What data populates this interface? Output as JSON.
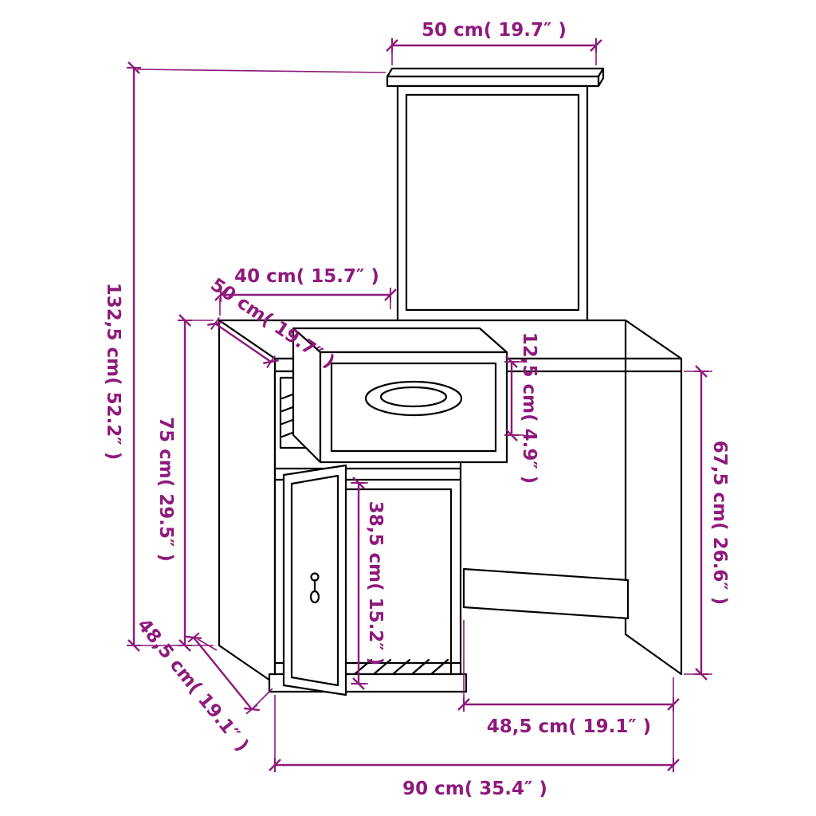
{
  "page": {
    "background": "#ffffff",
    "accent_color": "#8E1A7C",
    "line_color": "#000000"
  },
  "diagram": {
    "kind": "furniture-dimension-drawing",
    "subject": "dressing table with mirror, drawer and cabinet door",
    "dims": {
      "mirror_width": "50 cm( 19.7″ )",
      "total_height": "132,5 cm( 52.2″ )",
      "top_left_width": "40 cm( 15.7″ )",
      "top_depth": "50 cm( 19.7″ )",
      "cabinet_height": "75 cm( 29.5″ )",
      "drawer_height": "12,5 cm( 4.9″ )",
      "knee_clearance_height": "67,5 cm( 26.6″ )",
      "door_opening_height": "38,5 cm( 15.2″ )",
      "base_depth": "48,5 cm( 19.1″ )",
      "desk_section_width": "48,5 cm( 19.1″ )",
      "total_width": "90 cm( 35.4″ )"
    }
  }
}
